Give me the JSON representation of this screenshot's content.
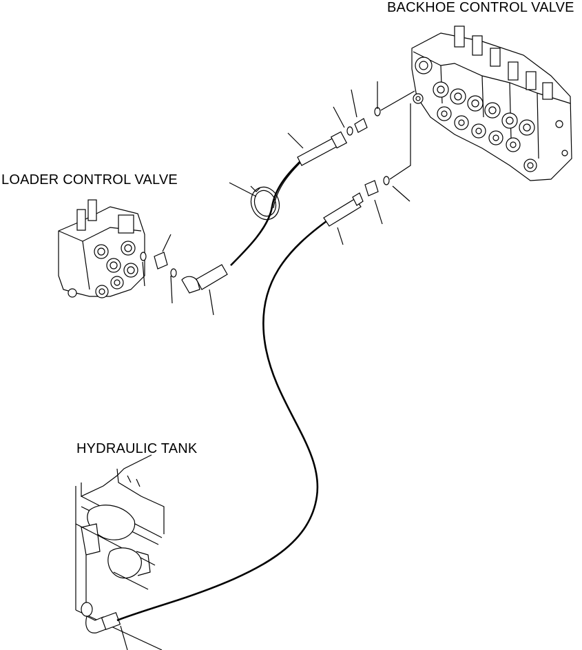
{
  "labels": {
    "backhoe_control_valve": "BACKHOE CONTROL VALVE",
    "loader_control_valve": "LOADER CONTROL VALVE",
    "hydraulic_tank": "HYDRAULIC TANK"
  },
  "colors": {
    "line": "#000000",
    "background": "#ffffff"
  }
}
